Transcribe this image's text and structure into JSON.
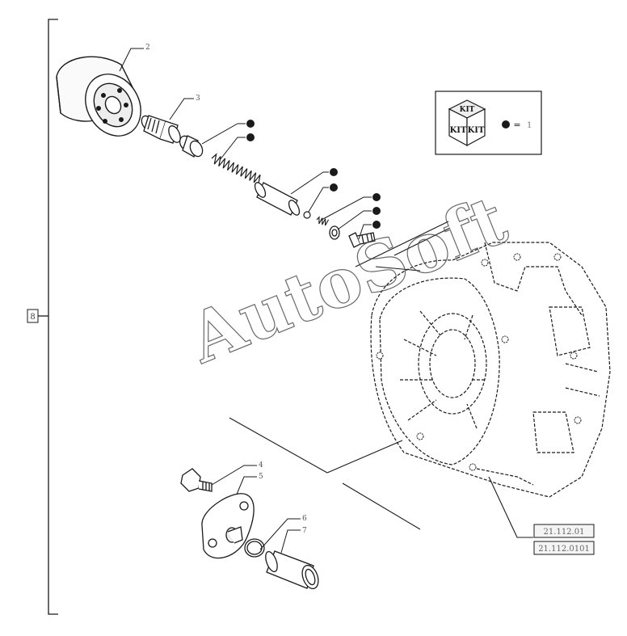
{
  "watermark": "AutoSoft",
  "kit_legend": {
    "badge_top": "KIT",
    "badge_left": "KIT",
    "badge_right": "KIT",
    "equals": "=",
    "number": "1"
  },
  "section_label": "8",
  "callouts": {
    "c2": "2",
    "c3": "3",
    "c4": "4",
    "c5": "5",
    "c6": "6",
    "c7": "7"
  },
  "references": {
    "ref1": "21.112.01",
    "ref2": "21.112.0101"
  },
  "colors": {
    "ink": "#1a1a1a",
    "light": "#666666",
    "paper": "#ffffff",
    "ref_bg": "#f4f4f4"
  }
}
